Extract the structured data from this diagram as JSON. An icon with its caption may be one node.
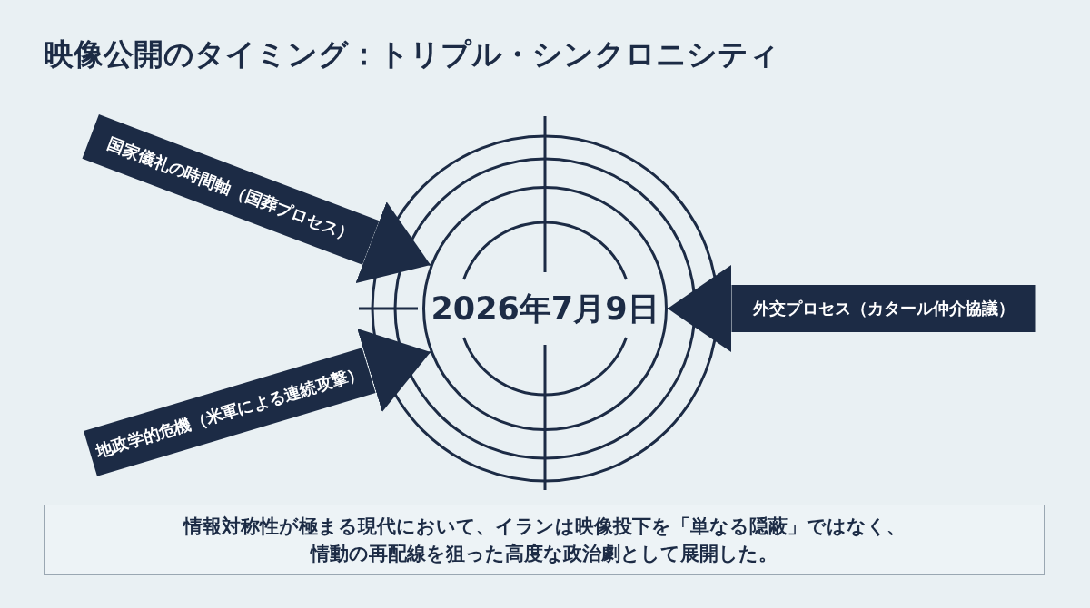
{
  "diagram": {
    "title": "映像公開のタイミング：トリプル・シンクロニシティ",
    "nodes": [
      {
        "text": [
          "2026年7月9日"
        ]
      },
      {
        "text": [
          "国家儀礼の時間軸（国葬プロセス）"
        ]
      },
      {
        "text": [
          "地政学的危機（米軍による連続攻撃）"
        ]
      },
      {
        "text": [
          "外交プロセス（カタール仲介協議）"
        ]
      },
      {
        "text": [
          "情報対称性が極まる現代において、イランは映像投下を「単なる隠蔽」ではなく、情動の再配線を狙った高度な政治劇として展開した。"
        ]
      }
    ],
    "edges": [
      {
        "from": 1,
        "to": 0,
        "arrow": "to"
      },
      {
        "from": 2,
        "to": 0,
        "arrow": "to"
      },
      {
        "from": 3,
        "to": 0,
        "arrow": "to"
      }
    ]
  }
}
